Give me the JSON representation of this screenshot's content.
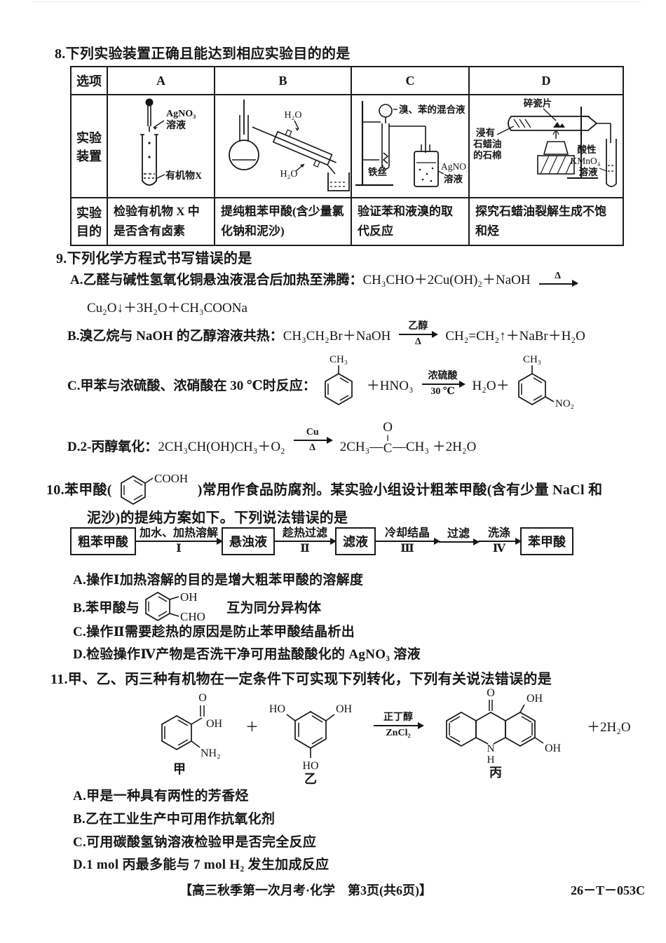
{
  "q8": {
    "num_stem": "8.下列实验装置正确且能达到相应实验目的的是",
    "col_headers": [
      "选项",
      "A",
      "B",
      "C",
      "D"
    ],
    "row_apparatus_label": "实验装置",
    "row_purpose_label": "实验目的",
    "apparatus": {
      "a": {
        "l1": "AgNO₃",
        "l2": "溶液",
        "l3": "有机物X"
      },
      "b": {
        "l1": "H₂O",
        "l2": "H₂O"
      },
      "c": {
        "l1": "溴、苯的混合液",
        "l2": "铁丝",
        "l3a": "AgNO₃",
        "l3b": "溶液"
      },
      "d": {
        "l1": "碎瓷片",
        "l2a": "浸有",
        "l2b": "石蜡油",
        "l2c": "的石棉",
        "l3a": "酸性",
        "l3b": "KMnO₄",
        "l3c": "溶液"
      }
    },
    "purposes": {
      "a": "检验有机物 X 中是否含有卤素",
      "b": "提纯粗苯甲酸(含少量氯化钠和泥沙)",
      "c": "验证苯和液溴的取代反应",
      "d": "探究石蜡油裂解生成不饱和烃"
    }
  },
  "q9": {
    "num_stem": "9.下列化学方程式书写错误的是",
    "a": {
      "cn": "A.乙醛与碱性氢氧化铜悬浊液混合后加热至沸腾：",
      "fm": "CH₃CHO＋2Cu(OH)₂＋NaOH",
      "arrow_top": "Δ",
      "arrow_bottom": "",
      "line2": "Cu₂O↓＋3H₂O＋CH₃COONa"
    },
    "b": {
      "cn": "B.溴乙烷与 NaOH 的乙醇溶液共热：",
      "fm": "CH₃CH₂Br＋NaOH",
      "arrow_top": "乙醇",
      "arrow_bottom": "Δ",
      "after": "CH₂=CH₂↑＋NaBr＋H₂O"
    },
    "c": {
      "cn": "C.甲苯与浓硫酸、浓硝酸在 30 ℃时反应：",
      "ch3": "CH₃",
      "plus": "＋HNO₃",
      "arrow_top": "浓硫酸",
      "arrow_bottom": "30 ℃",
      "after": "H₂O＋",
      "ch3b": "CH₃",
      "no2": "NO₂"
    },
    "d": {
      "cn": "D.2-丙醇氧化：",
      "fm": "2CH₃CH(OH)CH₃＋O₂",
      "arrow_top": "Cu",
      "arrow_bottom": "Δ",
      "pre": "2CH₃—",
      "o": "O",
      "db": "‖",
      "c": "C",
      "post": "—CH₃ ＋2H₂O"
    }
  },
  "q10": {
    "stem_pre": "10.苯甲酸(",
    "cooh": "COOH",
    "stem_post": ")常用作食品防腐剂。某实验小组设计粗苯甲酸(含有少量 NaCl 和",
    "stem_line2": "泥沙)的提纯方案如下。下列说法错误的是",
    "flow": {
      "box1": "粗苯甲酸",
      "a1t": "加水、加热溶解",
      "a1b": "Ⅰ",
      "box2": "悬浊液",
      "a2t": "趁热过滤",
      "a2b": "Ⅱ",
      "box3": "滤液",
      "a3t": "冷却结晶",
      "a3b": "Ⅲ",
      "a4t": "过滤",
      "a4b": "",
      "a5t": "洗涤",
      "a5b": "Ⅳ",
      "box4": "苯甲酸"
    },
    "a": "A.操作Ⅰ加热溶解的目的是增大粗苯甲酸的溶解度",
    "b_pre": "B.苯甲酸与",
    "b_oh": "OH",
    "b_cho": "CHO",
    "b_post": "互为同分异构体",
    "c": "C.操作Ⅱ需要趁热的原因是防止苯甲酸结晶析出",
    "d": "D.检验操作Ⅳ产物是否洗干净可用盐酸酸化的 AgNO₃ 溶液"
  },
  "q11": {
    "num_stem": "11.甲、乙、丙三种有机物在一定条件下可实现下列转化，下列有关说法错误的是",
    "scheme": {
      "jia": {
        "o": "O",
        "oh": "OH",
        "nh2": "NH₂",
        "name": "甲"
      },
      "plus1": "＋",
      "yi": {
        "ho1": "HO",
        "oh1": "OH",
        "ho2": "HO",
        "name": "乙"
      },
      "arrow_top": "正丁醇",
      "arrow_bottom": "ZnCl₂",
      "bing": {
        "o": "O",
        "oh1": "OH",
        "oh2": "OH",
        "n": "N",
        "h": "H",
        "name": "丙"
      },
      "water": "＋2H₂O"
    },
    "a": "A.甲是一种具有两性的芳香烃",
    "b": "B.乙在工业生产中可用作抗氧化剂",
    "c": "C.可用碳酸氢钠溶液检验甲是否完全反应",
    "d": "D.1 mol 丙最多能与 7 mol H₂ 发生加成反应"
  },
  "footer": {
    "left": "【高三秋季第一次月考·化学　第3页(共6页)】",
    "right": "26－T－053C"
  }
}
